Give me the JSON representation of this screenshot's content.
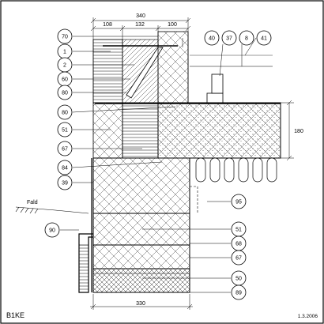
{
  "drawing": {
    "corner_left": "B1KE",
    "corner_right": "1.3.2006",
    "ground_label": "Fald"
  },
  "dimensions": {
    "top_total": "340",
    "top_1": "108",
    "top_2": "132",
    "top_3": "100",
    "bottom_total": "330",
    "right_height": "180"
  },
  "callouts": {
    "left": [
      "70",
      "1",
      "2",
      "60",
      "80",
      "80",
      "51",
      "67",
      "84",
      "39",
      "90"
    ],
    "top_right": [
      "40",
      "37",
      "8",
      "41"
    ],
    "right": [
      "95",
      "51",
      "68",
      "67",
      "50",
      "89"
    ]
  }
}
